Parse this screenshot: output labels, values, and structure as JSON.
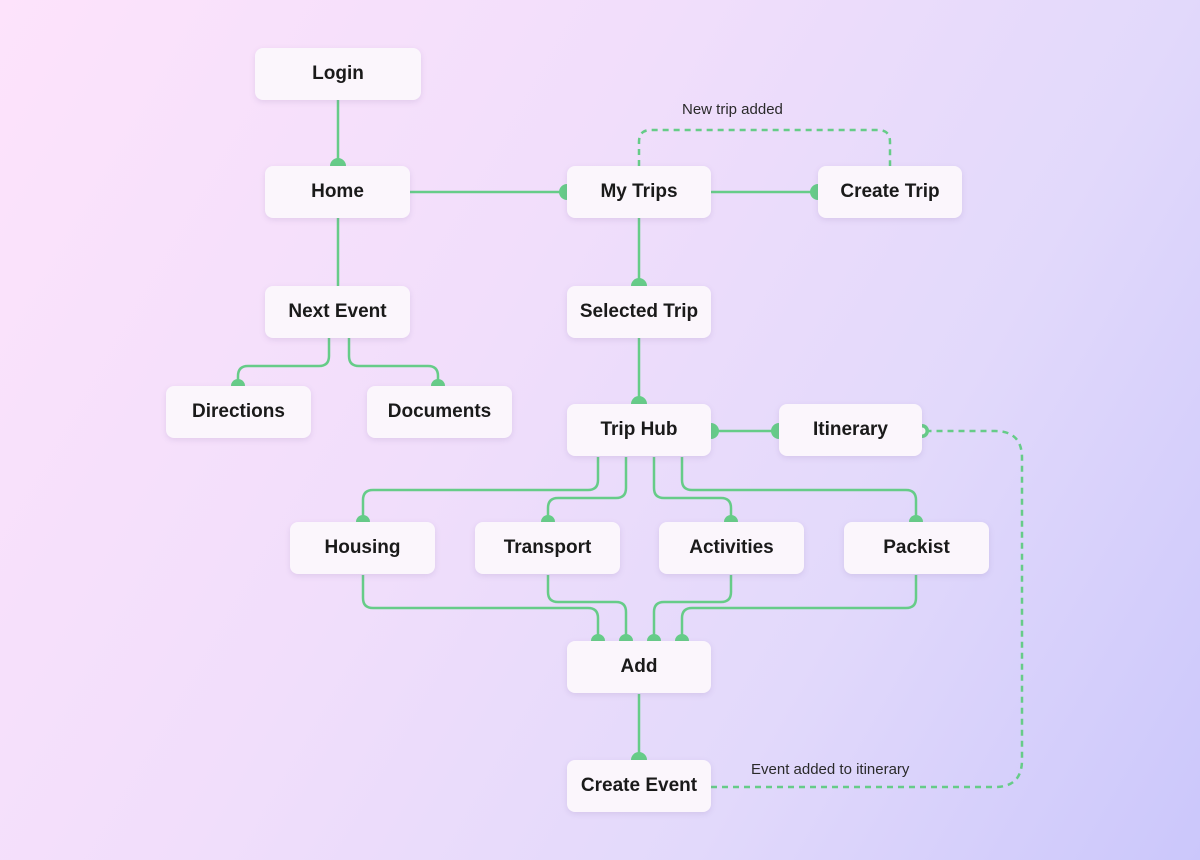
{
  "colors": {
    "connector": "#66cc88",
    "node_bg": "#fbf6fc",
    "text": "#1a1a1a"
  },
  "nodes": {
    "login": "Login",
    "home": "Home",
    "my_trips": "My Trips",
    "create_trip": "Create Trip",
    "next_event": "Next Event",
    "selected_trip": "Selected Trip",
    "directions": "Directions",
    "documents": "Documents",
    "trip_hub": "Trip Hub",
    "itinerary": "Itinerary",
    "housing": "Housing",
    "transport": "Transport",
    "activities": "Activities",
    "packist": "Packist",
    "add": "Add",
    "create_event": "Create Event"
  },
  "labels": {
    "new_trip_added": "New trip added",
    "event_added": "Event added to itinerary"
  }
}
